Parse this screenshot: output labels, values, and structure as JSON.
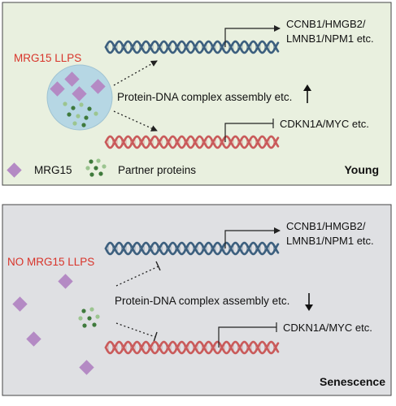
{
  "panels": {
    "young": {
      "llps_label": "MRG15 LLPS",
      "target_genes_up": [
        "CCNB1/HMGB2/",
        "LMNB1/NPM1 etc."
      ],
      "assembly_label": "Protein-DNA complex assembly etc.",
      "assembly_trend": "up-arrow",
      "target_genes_down": "CDKN1A/MYC etc.",
      "legend": {
        "mrg15": "MRG15",
        "partners": "Partner proteins"
      },
      "state_label": "Young",
      "background_color": "#e9f0df"
    },
    "senescence": {
      "llps_label": "NO MRG15 LLPS",
      "target_genes_up": [
        "CCNB1/HMGB2/",
        "LMNB1/NPM1 etc."
      ],
      "assembly_label": "Protein-DNA complex assembly etc.",
      "assembly_trend": "down-arrow",
      "target_genes_down": "CDKN1A/MYC etc.",
      "state_label": "Senescence",
      "background_color": "#dfe0e3"
    }
  },
  "colors": {
    "mrg15": "#b48ac4",
    "partner_dark": "#3f7a3c",
    "partner_light": "#9cc590",
    "dna_blue": "#3c5f7e",
    "dna_red": "#c95a5a",
    "droplet": "#b6d7e4",
    "label_red": "#d8342a"
  }
}
